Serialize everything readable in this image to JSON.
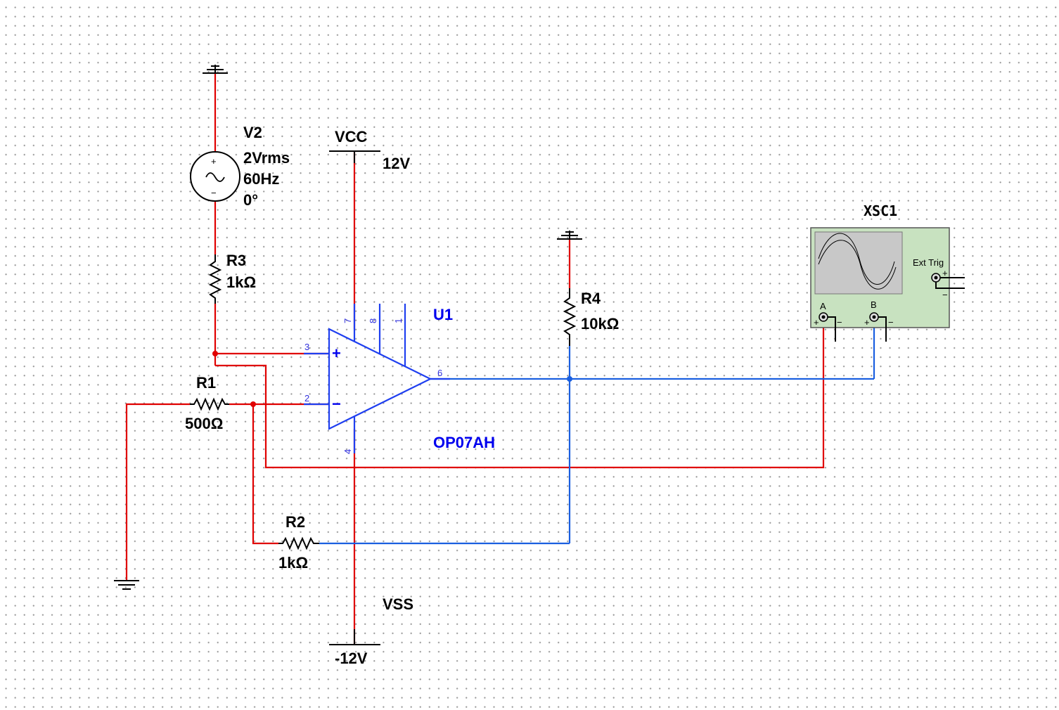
{
  "components": {
    "v2": {
      "ref": "V2",
      "amplitude": "2Vrms",
      "frequency": "60Hz",
      "phase": "0°",
      "plus": "+",
      "minus": "−"
    },
    "vcc": {
      "ref": "VCC",
      "value": "12V"
    },
    "vss": {
      "ref": "VSS",
      "value": "-12V"
    },
    "r1": {
      "ref": "R1",
      "value": "500Ω"
    },
    "r2": {
      "ref": "R2",
      "value": "1kΩ"
    },
    "r3": {
      "ref": "R3",
      "value": "1kΩ"
    },
    "r4": {
      "ref": "R4",
      "value": "10kΩ"
    },
    "u1": {
      "ref": "U1",
      "part": "OP07AH",
      "pins": {
        "p7": "7",
        "p8": "8",
        "p1": "1",
        "p3": "3",
        "p2": "2",
        "p6": "6",
        "p4": "4"
      },
      "plus_sign": "+",
      "minus_sign": "−"
    },
    "xsc1": {
      "ref": "XSC1",
      "ext_trig": "Ext Trig",
      "channel_a": "A",
      "channel_b": "B",
      "plus": "+",
      "minus": "−"
    }
  },
  "colors": {
    "wire_red": "#e00000",
    "wire_blue": "#1a5fe0",
    "opamp": "#1f3ff0",
    "label_blue": "#0000ee",
    "scope_body": "#c8e2c0",
    "scope_screen": "#c8c8c8"
  }
}
